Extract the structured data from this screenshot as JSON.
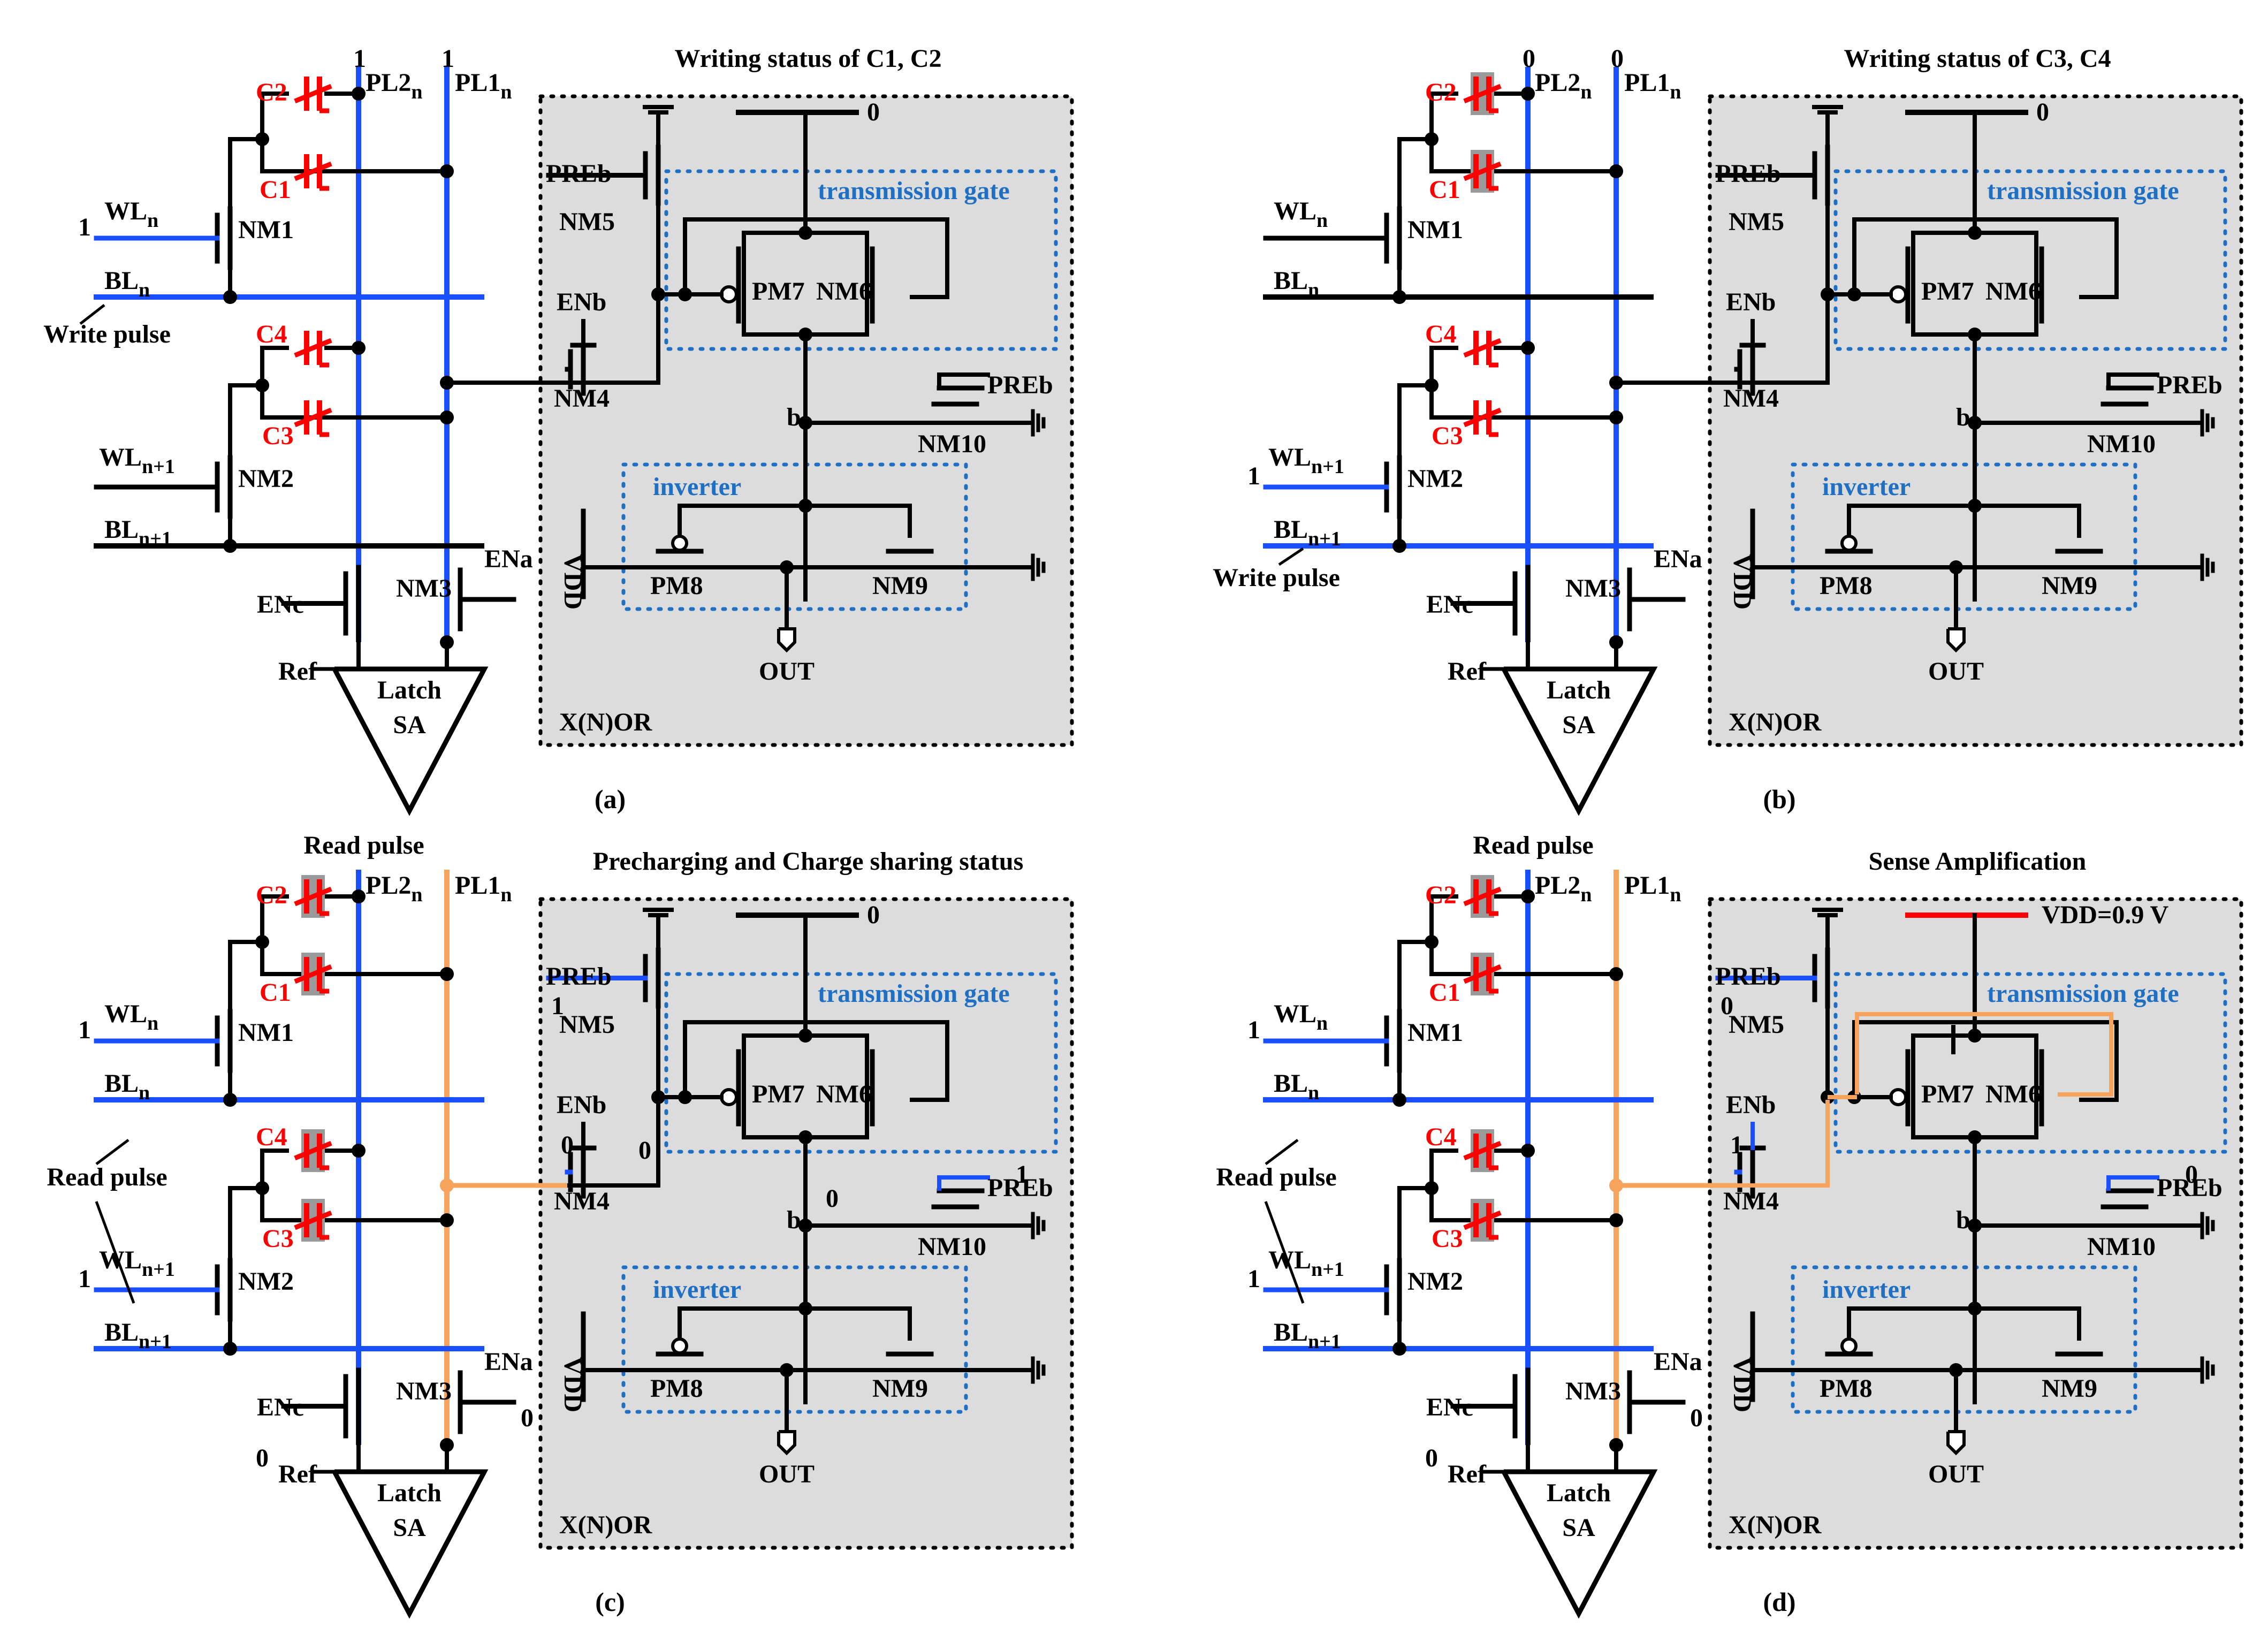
{
  "panels": [
    {
      "id": "a",
      "title": "Writing status of C1, C2",
      "caption": "(a)",
      "top": {
        "pl2_value": "1",
        "pl1_value": "1",
        "read_pulse": ""
      },
      "pl1_color": "blue",
      "vdd_label": "0",
      "side_label": "Write pulse",
      "side_label_row": "bln",
      "inputs": {
        "wln": "1",
        "wln1": "",
        "preb5": "",
        "enb": "",
        "nm4_out": "",
        "b_node": "",
        "preb10": "",
        "enc": "",
        "ena": ""
      },
      "active": {
        "wln": true,
        "bln": true,
        "wln1": false,
        "bln1": false,
        "pl1_path": false,
        "vdd_bar": false
      },
      "shaded_caps": [],
      "marked_caps": [
        "C1",
        "C2",
        "C3",
        "C4"
      ]
    },
    {
      "id": "b",
      "title": "Writing status of C3, C4",
      "caption": "(b)",
      "top": {
        "pl2_value": "0",
        "pl1_value": "0",
        "read_pulse": ""
      },
      "pl1_color": "blue",
      "vdd_label": "0",
      "side_label": "Write pulse",
      "side_label_row": "bln1",
      "inputs": {
        "wln": "",
        "wln1": "1",
        "preb5": "",
        "enb": "",
        "nm4_out": "",
        "b_node": "",
        "preb10": "",
        "enc": "",
        "ena": ""
      },
      "active": {
        "wln": false,
        "bln": false,
        "wln1": true,
        "bln1": true,
        "pl1_path": false,
        "vdd_bar": false
      },
      "shaded_caps": [
        "C1",
        "C2"
      ],
      "marked_caps": [
        "C1",
        "C2",
        "C3",
        "C4"
      ]
    },
    {
      "id": "c",
      "title": "Precharging and Charge sharing status",
      "caption": "(c)",
      "top": {
        "pl2_value": "",
        "pl1_value": "",
        "read_pulse": "Read pulse"
      },
      "pl1_color": "orange",
      "vdd_label": "0",
      "side_label": "Read pulse",
      "side_label_row": "both",
      "inputs": {
        "wln": "1",
        "wln1": "1",
        "preb5": "1",
        "enb": "0",
        "nm4_out": "0",
        "b_node": "0",
        "preb10": "1",
        "enc": "0",
        "ena": "0"
      },
      "active": {
        "wln": true,
        "bln": true,
        "wln1": true,
        "bln1": true,
        "pl1_path": true,
        "vdd_bar": false
      },
      "shaded_caps": [
        "C1",
        "C2",
        "C3",
        "C4"
      ],
      "marked_caps": [
        "C1",
        "C2",
        "C3",
        "C4"
      ]
    },
    {
      "id": "d",
      "title": "Sense Amplification",
      "caption": "(d)",
      "top": {
        "pl2_value": "",
        "pl1_value": "",
        "read_pulse": "Read pulse"
      },
      "pl1_color": "orange",
      "vdd_label": "VDD=0.9 V",
      "side_label": "Read pulse",
      "side_label_row": "both",
      "inputs": {
        "wln": "1",
        "wln1": "1",
        "preb5": "0",
        "enb": "1",
        "nm4_out": "",
        "b_node": "",
        "preb10": "0",
        "enc": "0",
        "ena": "0"
      },
      "active": {
        "wln": true,
        "bln": true,
        "wln1": true,
        "bln1": true,
        "pl1_path": true,
        "vdd_bar": true
      },
      "shaded_caps": [
        "C1",
        "C2",
        "C3",
        "C4"
      ],
      "marked_caps": [
        "C1",
        "C2",
        "C3",
        "C4"
      ]
    }
  ],
  "labels": {
    "pl2": "PL2",
    "pl2_sub": "n",
    "pl1": "PL1",
    "pl1_sub": "n",
    "wln": "WL",
    "wln_sub": "n",
    "wln1": "WL",
    "wln1_sub": "n+1",
    "bln": "BL",
    "bln_sub": "n",
    "bln1": "BL",
    "bln1_sub": "n+1",
    "nm1": "NM1",
    "nm2": "NM2",
    "nm3": "NM3",
    "nm4": "NM4",
    "nm5": "NM5",
    "nm6": "NM6",
    "pm7": "PM7",
    "pm8": "PM8",
    "nm9": "NM9",
    "nm10": "NM10",
    "preb": "PREb",
    "enb": "ENb",
    "ena": "ENa",
    "enc": "ENc",
    "ref": "Ref",
    "latch": "Latch",
    "sa": "SA",
    "out": "OUT",
    "vdd": "VDD",
    "b": "b",
    "xnor": "X(N)OR",
    "transmission_gate": "transmission gate",
    "inverter": "inverter",
    "c1": "C1",
    "c2": "C2",
    "c3": "C3",
    "c4": "C4"
  },
  "colors": {
    "wire": "#000000",
    "active_wire": "#1a4fff",
    "read_path": "#f7a35c",
    "capacitor": "#ff0000",
    "shade": "#9a9a9a",
    "block_fill": "#dcdcdc",
    "group_box": "#1f6fc4",
    "vdd_active": "#ff0000"
  }
}
